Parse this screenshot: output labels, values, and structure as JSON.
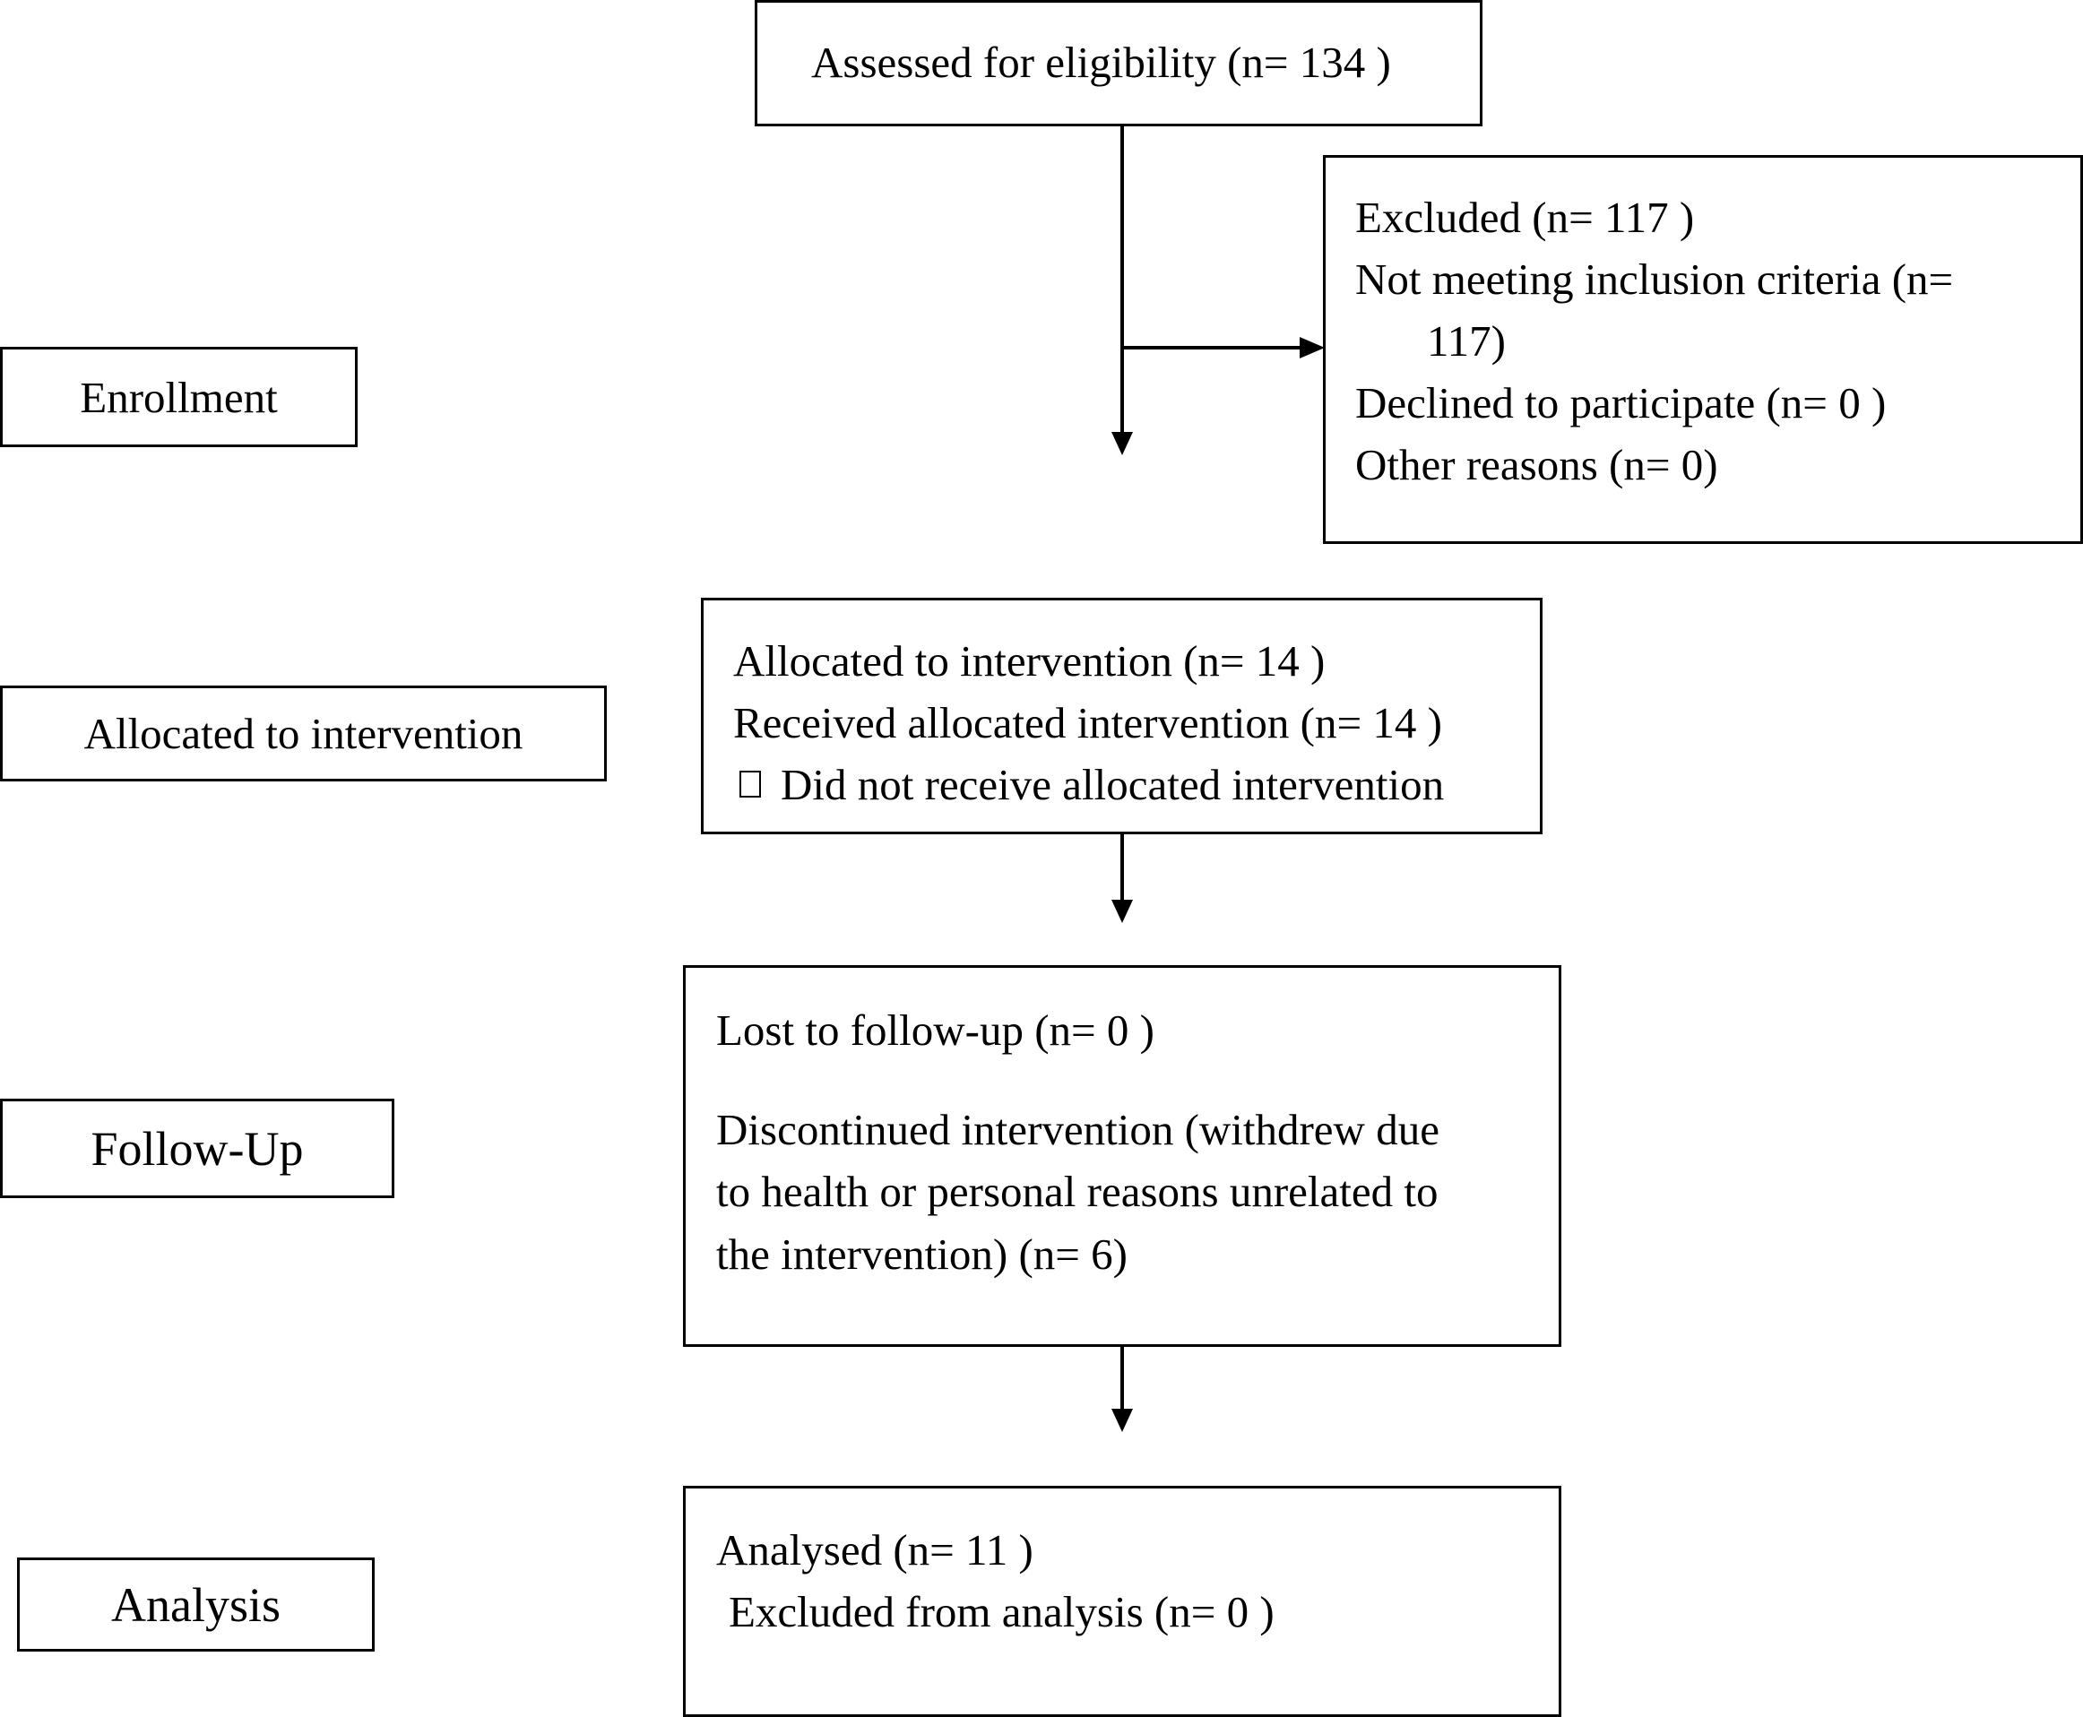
{
  "stages": {
    "enrollment": "Enrollment",
    "allocation": "Allocated to intervention",
    "follow_up": "Follow-Up",
    "analysis": "Analysis"
  },
  "assessed": {
    "text": "Assessed for eligibility (n= 134 )"
  },
  "excluded": {
    "title": "Excluded  (n=  117 )",
    "not_meeting_1": "Not meeting inclusion criteria (n=",
    "not_meeting_2": "117)",
    "declined": "Declined to participate (n= 0 )",
    "other": "Other reasons (n=  0)"
  },
  "allocated": {
    "line1": "Allocated to intervention (n= 14 )",
    "line2": "Received allocated intervention (n= 14 )",
    "line3_marker": "",
    "line3": "Did not receive allocated intervention"
  },
  "followup": {
    "lost": "Lost to follow-up (n= 0 )",
    "disc1": "Discontinued intervention (withdrew due",
    "disc2": "to health or personal reasons unrelated to",
    "disc3": "the intervention) (n=  6)"
  },
  "analysed": {
    "line1": "Analysed  (n= 11 )",
    "line2": "Excluded from analysis (n= 0 )"
  }
}
